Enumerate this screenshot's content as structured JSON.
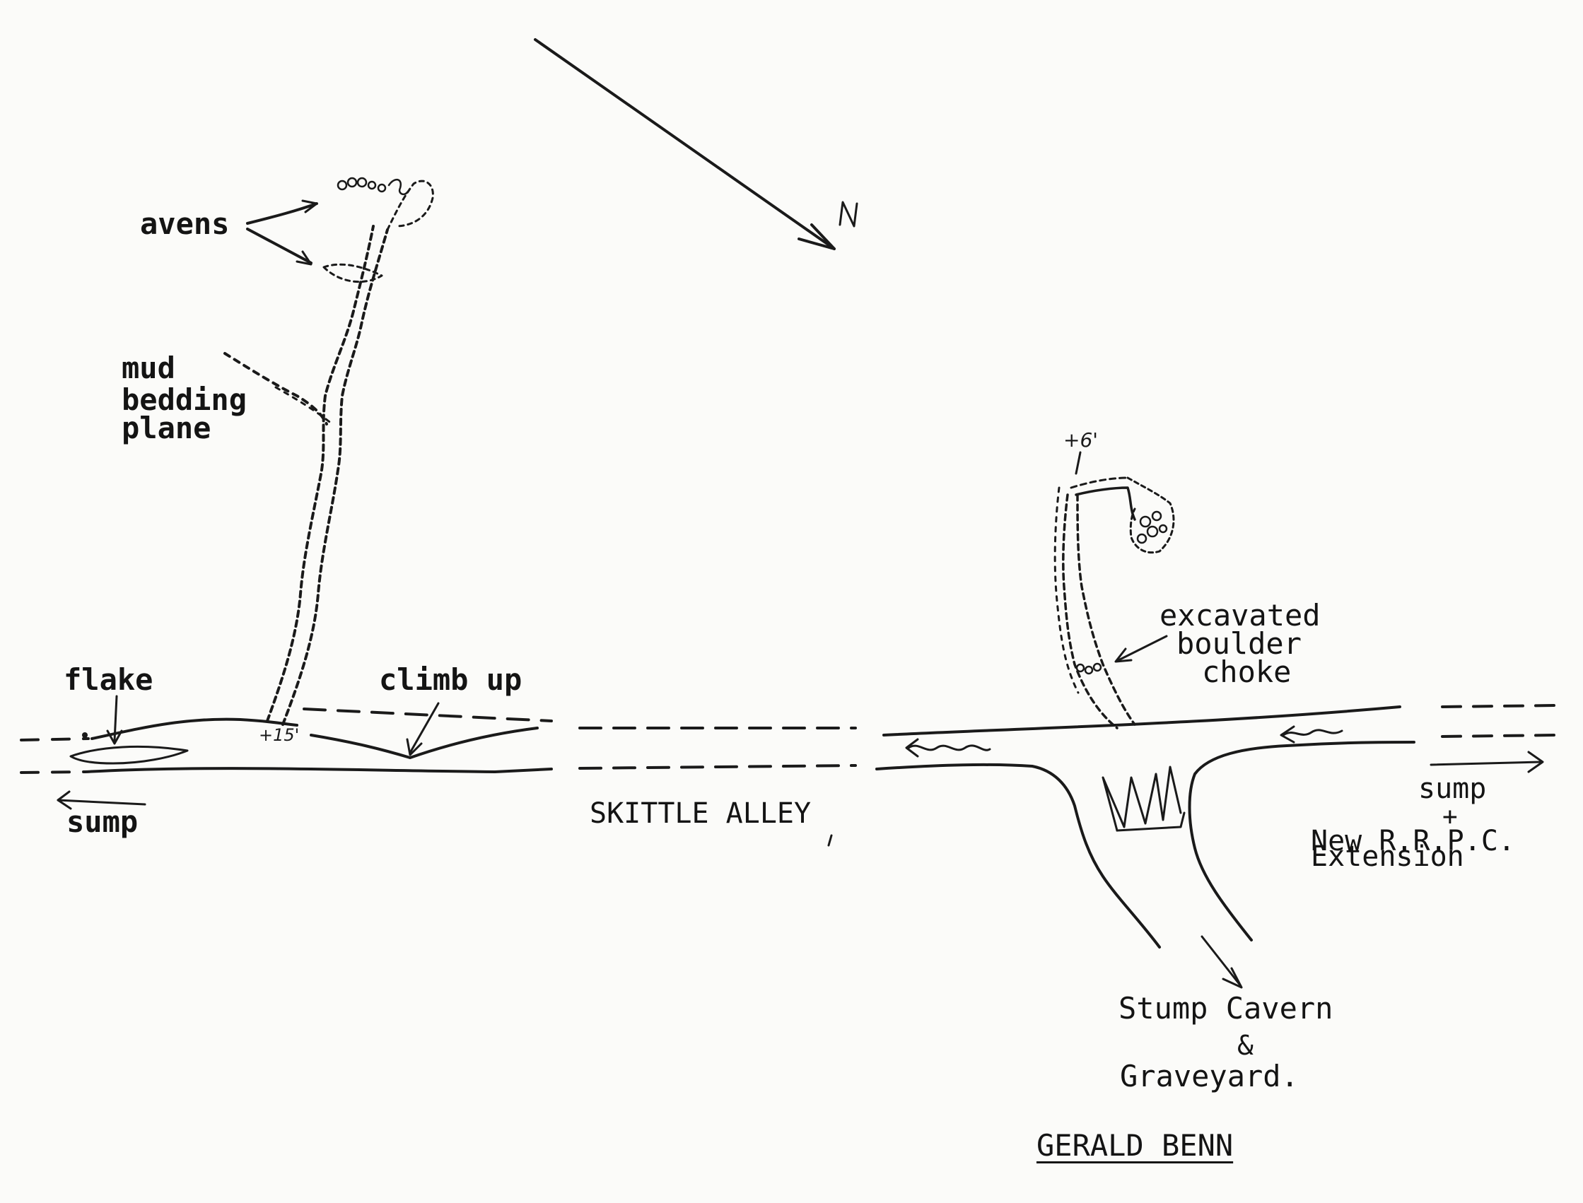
{
  "diagram": {
    "labels": {
      "avens": "avens",
      "mud": "mud",
      "bedding": "bedding",
      "plane": "plane",
      "flake": "flake",
      "climb_up": "climb up",
      "sump_left": "sump",
      "skittle_alley": "SKITTLE ALLEY",
      "excavated": "excavated",
      "boulder": "boulder",
      "choke": "choke",
      "sump_right": "sump",
      "plus_sign": "+",
      "new_rrpc": "New R.R.P.C.",
      "extension": "Extension",
      "stump_cavern": "Stump Cavern",
      "ampersand": "&",
      "graveyard": "Graveyard.",
      "author": "GERALD BENN"
    },
    "annotations": {
      "north": "N",
      "height_left": "+15'",
      "height_right": "+6'"
    }
  }
}
